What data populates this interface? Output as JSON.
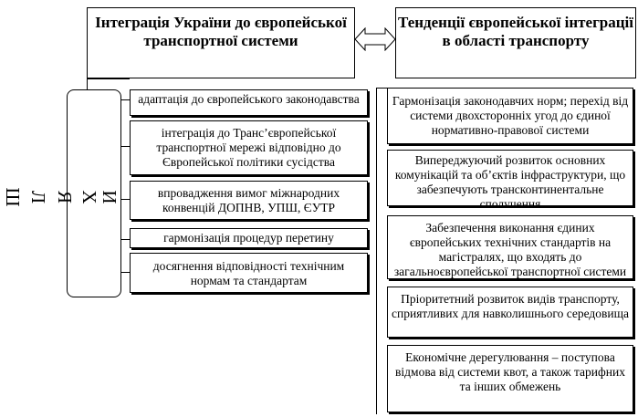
{
  "left_title": "Інтеграція України до європейської транспортної системи",
  "right_title": "Тенденції європейської інтеграції в області транспорту",
  "vertical_label_letters": [
    "Ш",
    "Л",
    "Я",
    "Х",
    "И"
  ],
  "left_items": [
    "адаптація до європейського законодавства",
    "інтеграція до Транс’європейської транспортної мережі відповідно до Європейської політики сусідства",
    "впровадження вимог міжнародних конвенцій ДОПНВ, УПШ, ЄУТР",
    "гармонізація процедур перетину",
    "досягнення відповідності технічним нормам та стандартам"
  ],
  "right_items": [
    "Гармонізація законодавчих норм; перехід від системи двохсторонніх угод до єдиної нормативно-правової системи",
    "Випереджуючий розвиток основних комунікацій та об’єктів інфраструктури, що забезпечують трансконтинентальне сполучення",
    "Забезпечення виконання єдиних європейських технічних стандартів на магістралях, що входять до загальноєвропейської транспортної системи",
    "Пріоритетний розвиток видів транспорту, сприятливих для навколишнього середовища",
    "Економічне дерегулювання – поступова відмова від системи квот, а також тарифних та інших обмежень"
  ]
}
